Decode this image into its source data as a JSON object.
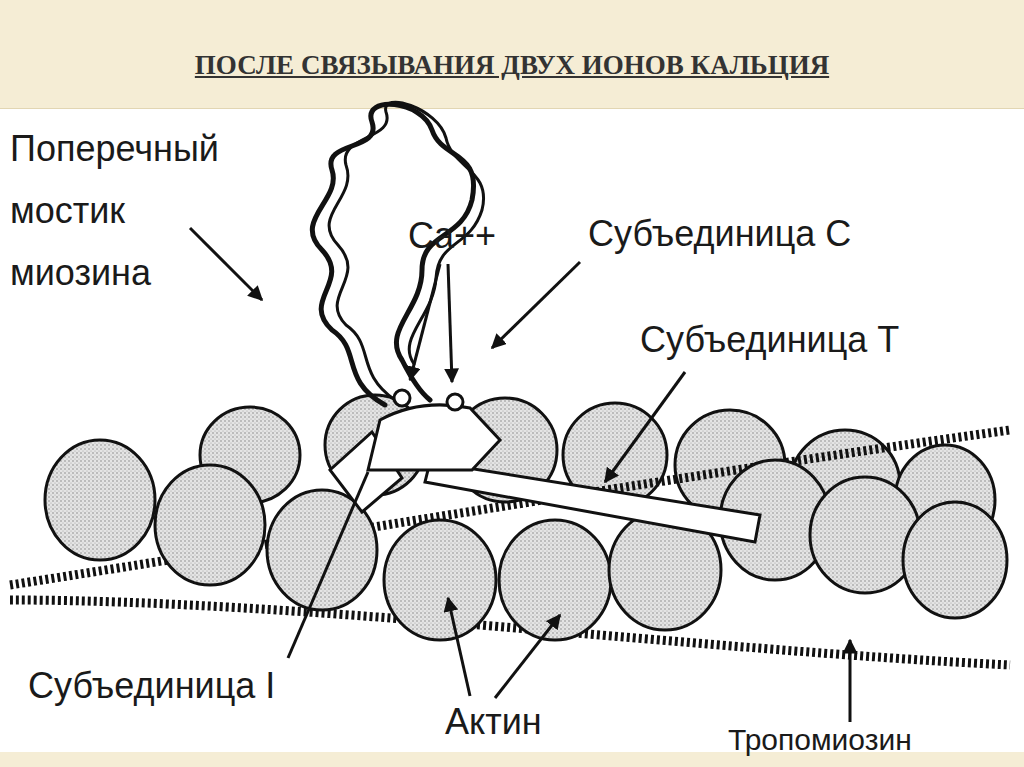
{
  "diagram": {
    "title": "ПОСЛЕ СВЯЗЫВАНИЯ ДВУХ ИОНОВ КАЛЬЦИЯ",
    "labels": [
      "Поперечный мостик миозина",
      "Ca++",
      "Субъединица C",
      "Субъединица T",
      "Субъединица I",
      "Актин",
      "Тропомиозин"
    ]
  }
}
